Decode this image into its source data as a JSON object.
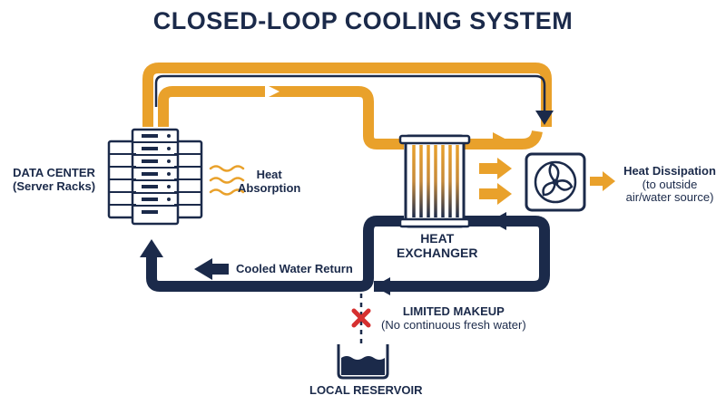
{
  "title": "CLOSED-LOOP COOLING SYSTEM",
  "data_center": {
    "name": "DATA CENTER",
    "sub": "(Server Racks)"
  },
  "heat_absorption": {
    "line1": "Heat",
    "line2": "Absorption"
  },
  "heat_exchanger": {
    "line1": "HEAT",
    "line2": "EXCHANGER"
  },
  "heat_dissipation": {
    "title": "Heat Dissipation",
    "line1": "(to outside",
    "line2": "air/water source)"
  },
  "cooled_return": {
    "label": "Cooled Water Return"
  },
  "makeup": {
    "title": "LIMITED MAKEUP",
    "sub": "(No continuous fresh water)"
  },
  "reservoir": {
    "label": "LOCAL RESERVOIR"
  },
  "icons": [
    "server-rack-icon",
    "heat-wave-icon",
    "heat-exchanger-icon",
    "fan-icon",
    "arrow-icon",
    "blocked-x-icon",
    "reservoir-tank-icon"
  ],
  "colors": {
    "hot": "#e9a12b",
    "cool": "#1b2a4a",
    "block": "#d63030",
    "text": "#1b2a4a"
  }
}
